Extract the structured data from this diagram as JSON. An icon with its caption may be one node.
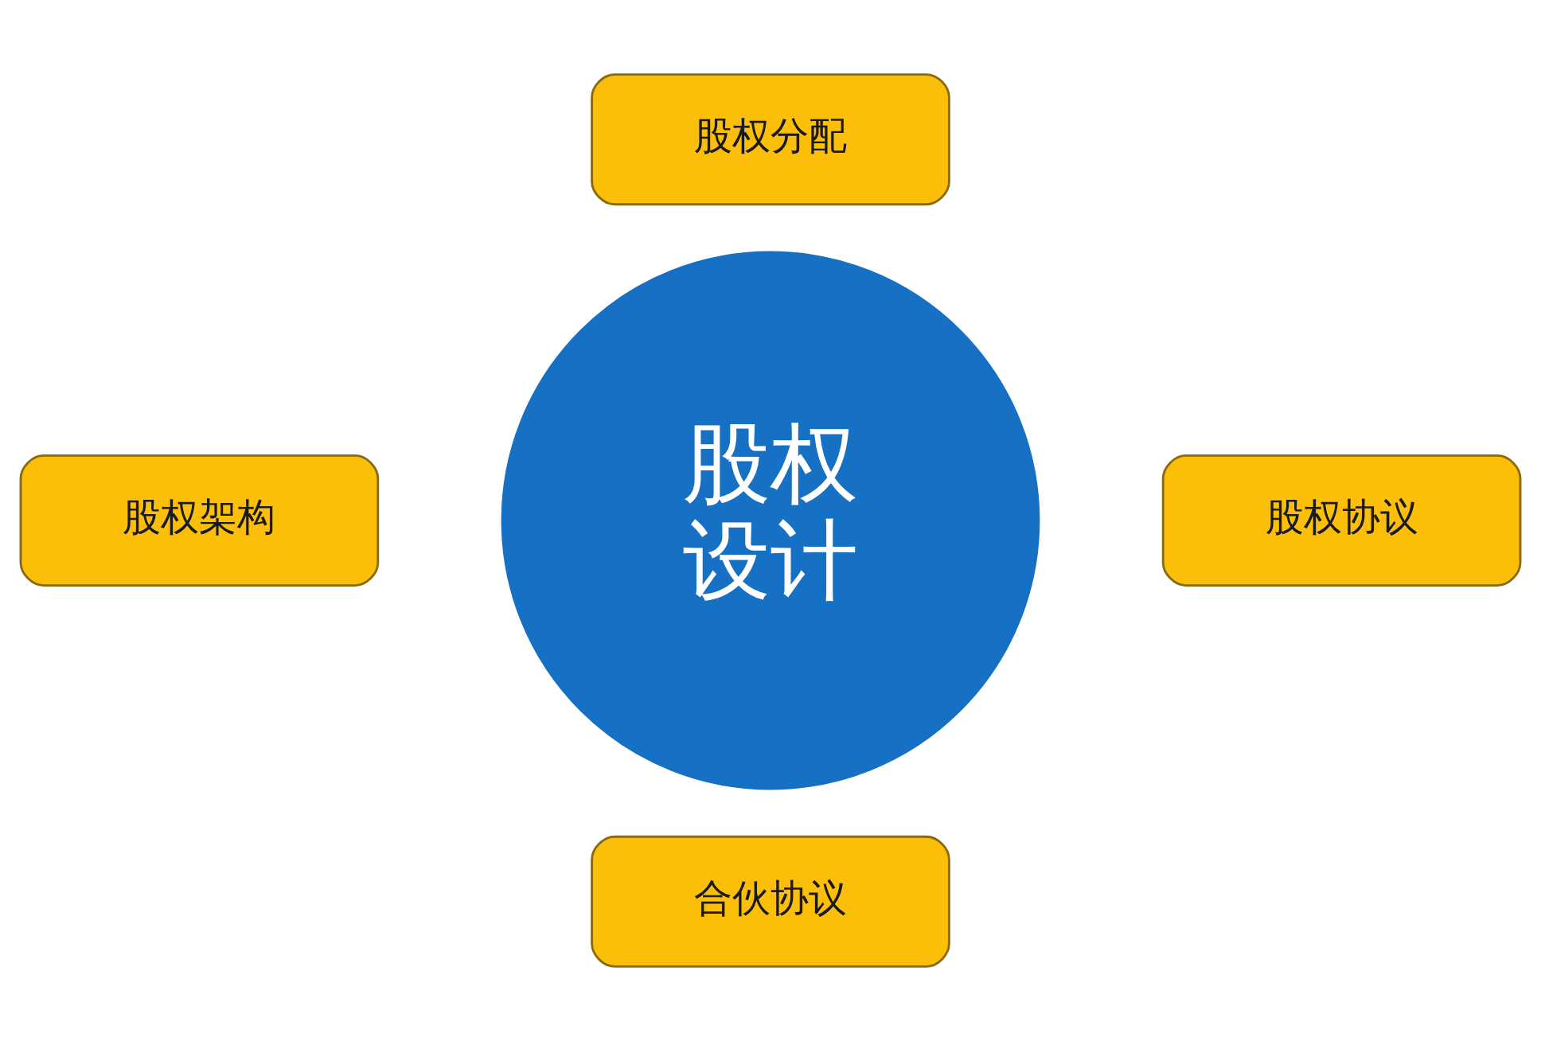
{
  "diagram": {
    "nodes": [
      {
        "text": [
          "股权分配"
        ]
      },
      {
        "text": [
          "股权架构"
        ]
      },
      {
        "text": [
          "股权设计"
        ]
      },
      {
        "text": [
          "股权协议"
        ]
      },
      {
        "text": [
          "合伙协议"
        ]
      }
    ]
  }
}
